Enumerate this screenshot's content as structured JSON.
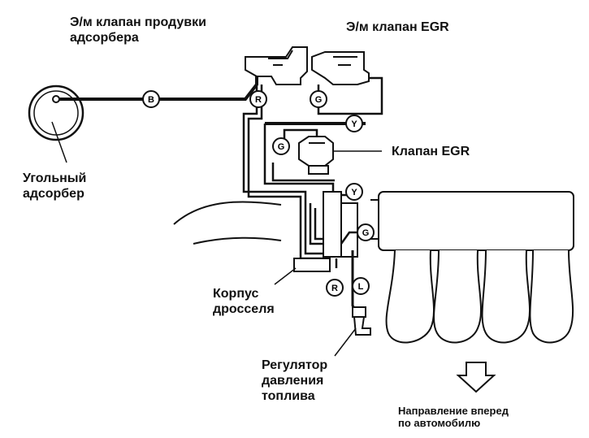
{
  "labels": {
    "purge_valve": [
      "Э/м клапан продувки",
      "адсорбера"
    ],
    "egr_solenoid": "Э/м клапан EGR",
    "egr_valve": "Клапан EGR",
    "charcoal_canister": [
      "Угольный",
      "адсорбер"
    ],
    "throttle_body": [
      "Корпус",
      "дросселя"
    ],
    "fuel_pressure_regulator": [
      "Регулятор",
      "давления",
      "топлива"
    ],
    "forward_direction": [
      "Направление вперед",
      "по автомобилю"
    ]
  },
  "hose_tags": {
    "b": "B",
    "r_top": "R",
    "g_top": "G",
    "y_top": "Y",
    "g_mid": "G",
    "y_mid": "Y",
    "g_right": "G",
    "r_bottom": "R",
    "l_bottom": "L"
  },
  "colors": {
    "ink": "#111111",
    "background": "#ffffff"
  }
}
